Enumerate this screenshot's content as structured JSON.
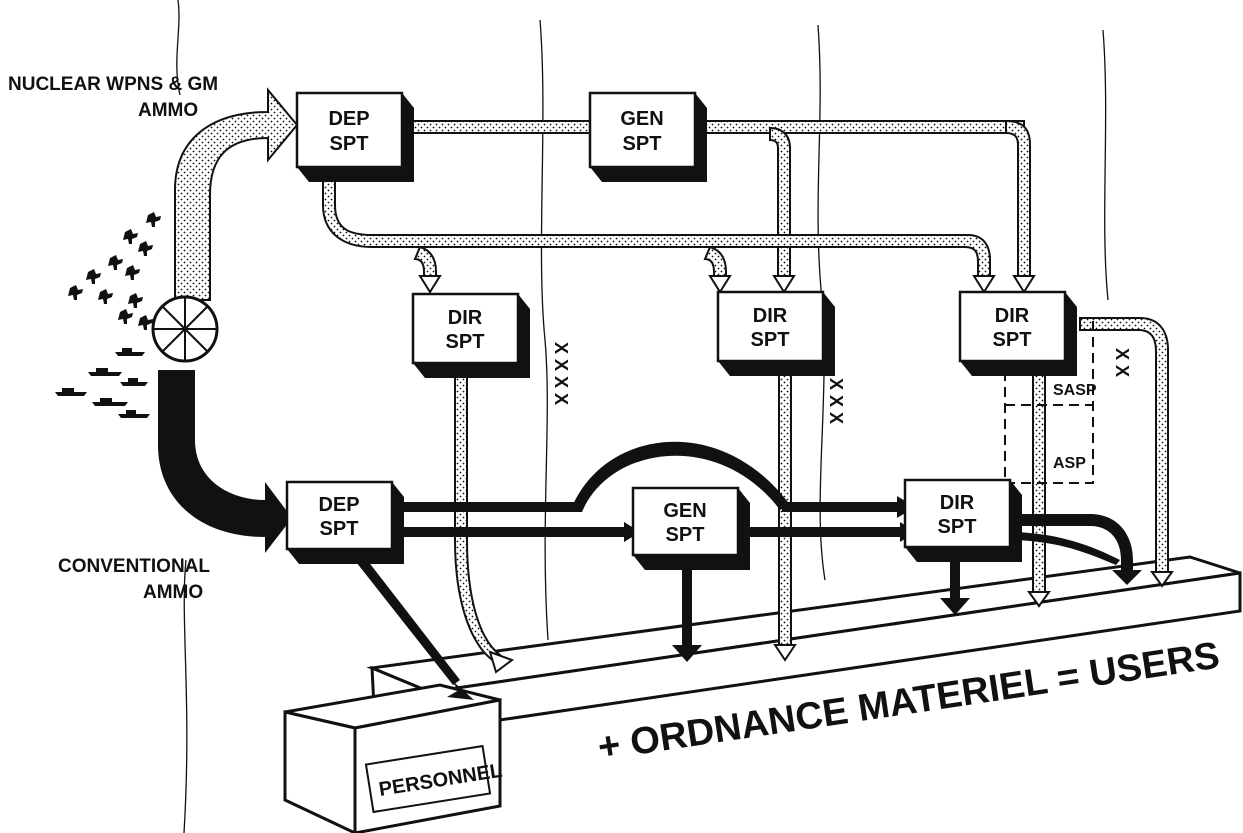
{
  "labels": {
    "nuclear_line1": "NUCLEAR WPNS & GM",
    "nuclear_line2": "AMMO",
    "conventional_line1": "CONVENTIONAL",
    "conventional_line2": "AMMO",
    "platform": "+ ORDNANCE MATERIEL = USERS",
    "personnel": "PERSONNEL",
    "sasp": "SASP",
    "asp": "ASP",
    "boundary_xxxx": "X X X X",
    "boundary_xxx": "X X X",
    "boundary_xx": "X X"
  },
  "nodes": {
    "nuc_dep": {
      "line1": "DEP",
      "line2": "SPT"
    },
    "nuc_gen": {
      "line1": "GEN",
      "line2": "SPT"
    },
    "dir1": {
      "line1": "DIR",
      "line2": "SPT"
    },
    "dir2": {
      "line1": "DIR",
      "line2": "SPT"
    },
    "dir3": {
      "line1": "DIR",
      "line2": "SPT"
    },
    "conv_dep": {
      "line1": "DEP",
      "line2": "SPT"
    },
    "conv_gen": {
      "line1": "GEN",
      "line2": "SPT"
    },
    "conv_dir": {
      "line1": "DIR",
      "line2": "SPT"
    }
  },
  "colors": {
    "ink": "#111111",
    "paper": "#ffffff"
  }
}
